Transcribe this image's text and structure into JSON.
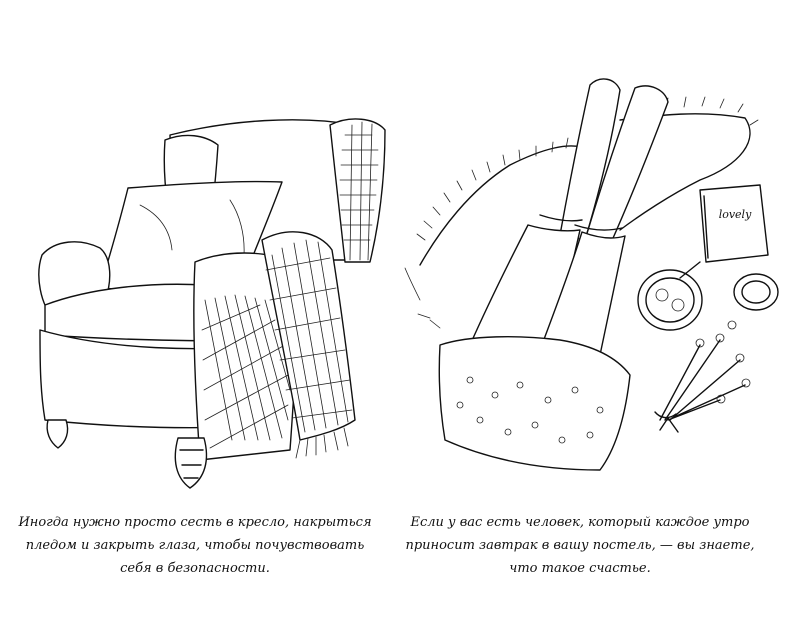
{
  "left_panel": {
    "caption_lines": [
      "Иногда нужно просто сесть в кресло, накрыться",
      "пледом и закрыть глаза, чтобы почувствовать",
      "себя в безопасности."
    ]
  },
  "right_panel": {
    "book_title": "lovely",
    "caption_lines": [
      "Если у вас есть человек, который каждое утро",
      "приносит завтрак в вашу постель, — вы знаете,",
      "что такое счастье."
    ]
  }
}
